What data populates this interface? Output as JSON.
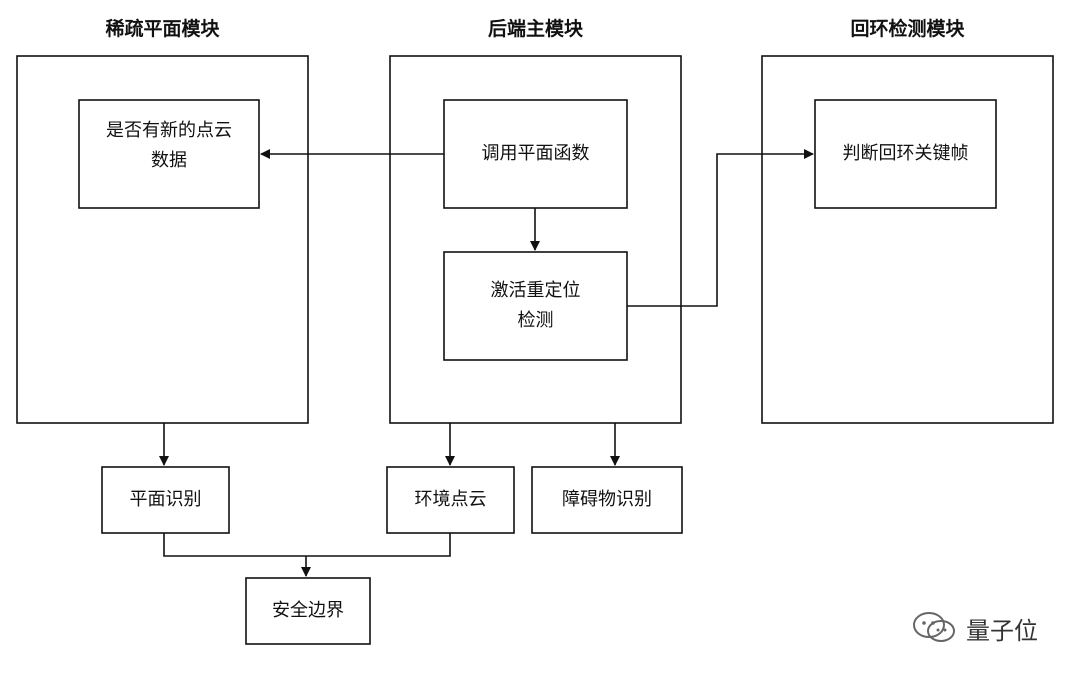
{
  "modules": {
    "left": {
      "title": "稀疏平面模块"
    },
    "center": {
      "title": "后端主模块"
    },
    "right": {
      "title": "回环检测模块"
    }
  },
  "nodes": {
    "new_point_cloud": {
      "line1": "是否有新的点云",
      "line2": "数据"
    },
    "call_plane_func": {
      "label": "调用平面函数"
    },
    "reloc_detection": {
      "line1": "激活重定位",
      "line2": "检测"
    },
    "loop_keyframe": {
      "label": "判断回环关键帧"
    },
    "plane_recognition": {
      "label": "平面识别"
    },
    "env_point_cloud": {
      "label": "环境点云"
    },
    "obstacle_recognition": {
      "label": "障碍物识别"
    },
    "safety_boundary": {
      "label": "安全边界"
    }
  },
  "watermark": {
    "text": "量子位"
  }
}
